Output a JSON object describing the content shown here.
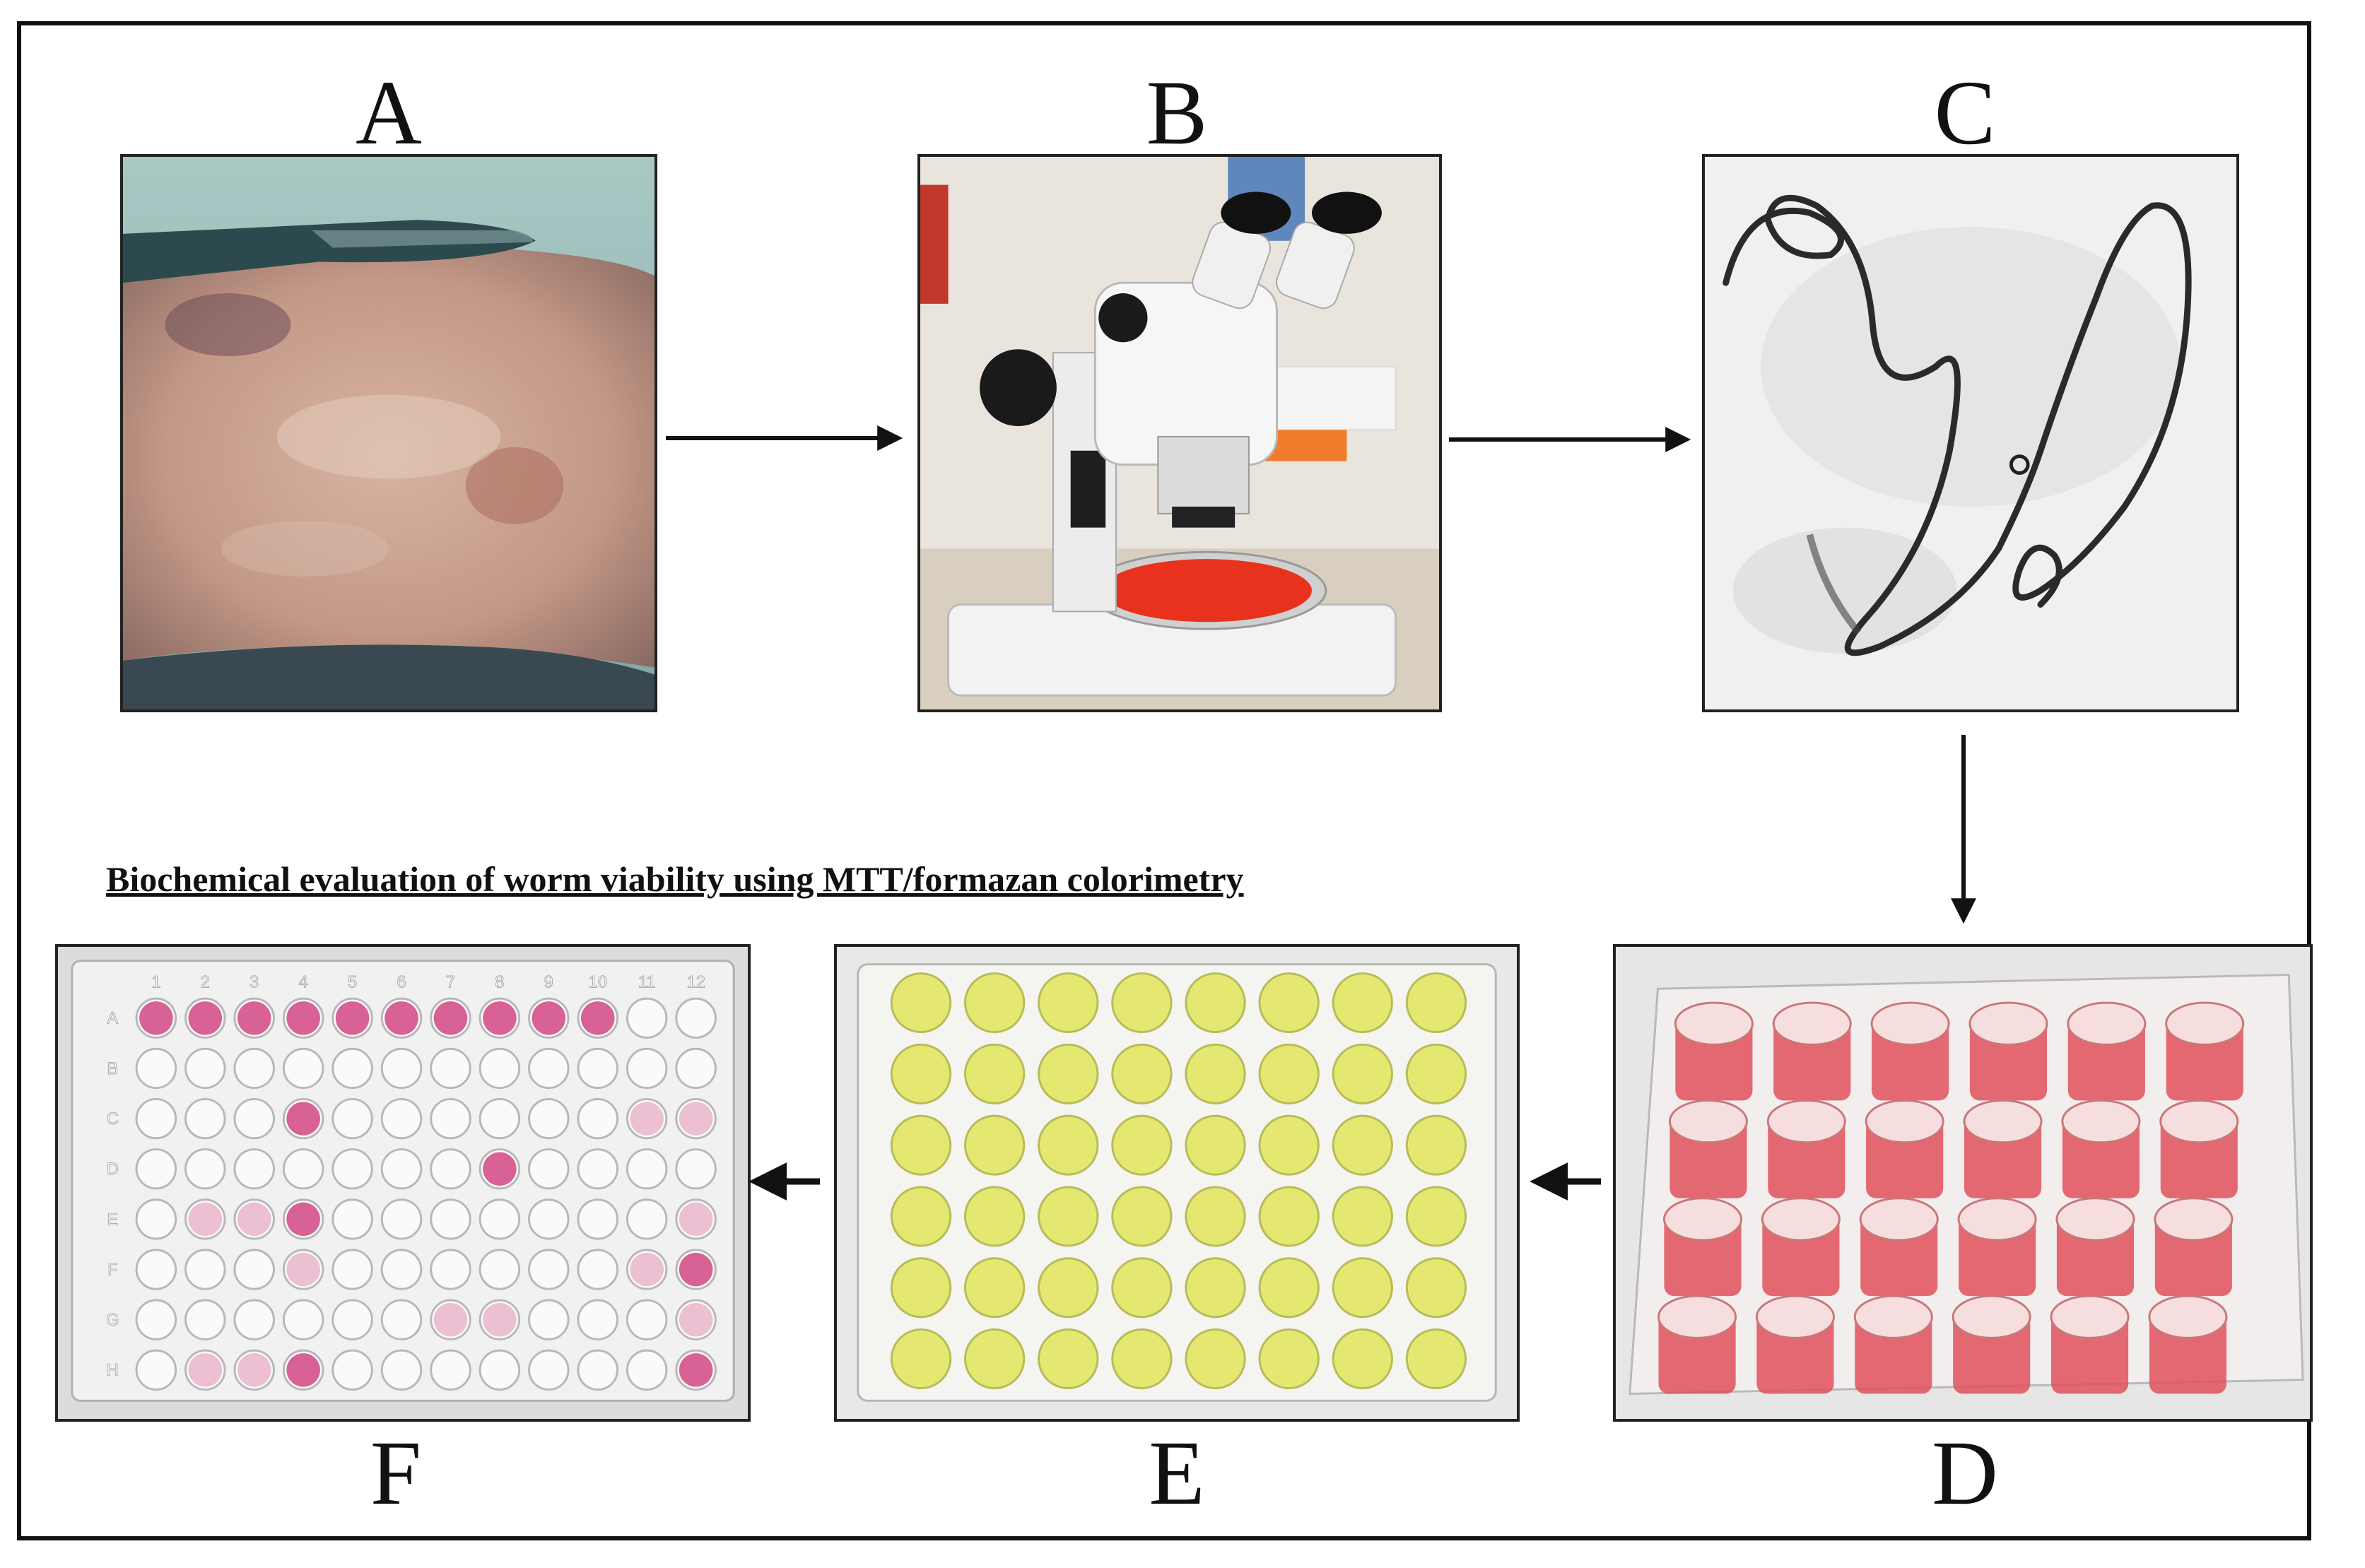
{
  "labels": {
    "a": "A",
    "b": "B",
    "c": "C",
    "d": "D",
    "e": "E",
    "f": "F"
  },
  "caption": "Biochemical evaluation of worm viability using MTT/formazan colorimetry",
  "plate_f": {
    "columns": [
      "1",
      "2",
      "3",
      "4",
      "5",
      "6",
      "7",
      "8",
      "9",
      "10",
      "11",
      "12"
    ],
    "rows": [
      "A",
      "B",
      "C",
      "D",
      "E",
      "F",
      "G",
      "H"
    ]
  },
  "colors": {
    "border": "#111111",
    "petri_red": "#e8321e",
    "well_pink": "#d4508a",
    "well_yellow": "#e4e870",
    "well_red": "#e0505a",
    "tissue": "#c9a090",
    "lab_bg": "#e9e4dc"
  }
}
